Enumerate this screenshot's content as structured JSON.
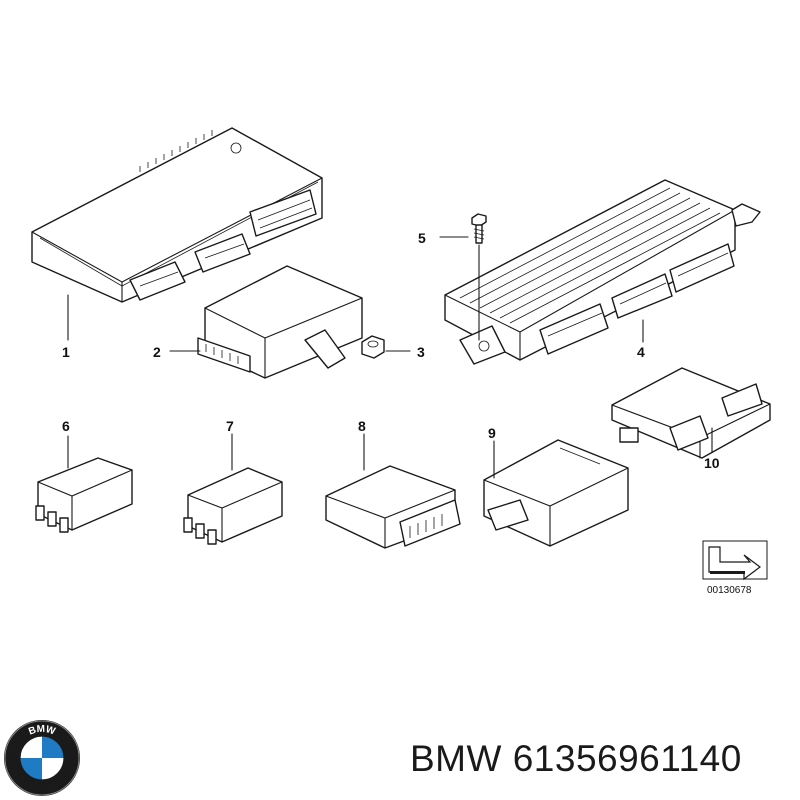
{
  "diagram": {
    "callouts": [
      "1",
      "2",
      "3",
      "4",
      "5",
      "6",
      "7",
      "8",
      "9",
      "10"
    ],
    "reference_code": "00130678"
  },
  "logo": {
    "lettering": "BMW",
    "colors": {
      "blue": "#1f7bc4",
      "white": "#ffffff",
      "ring": "#1a1a1a"
    }
  },
  "caption": {
    "brand": "BMW",
    "part_number": "61356961140"
  }
}
